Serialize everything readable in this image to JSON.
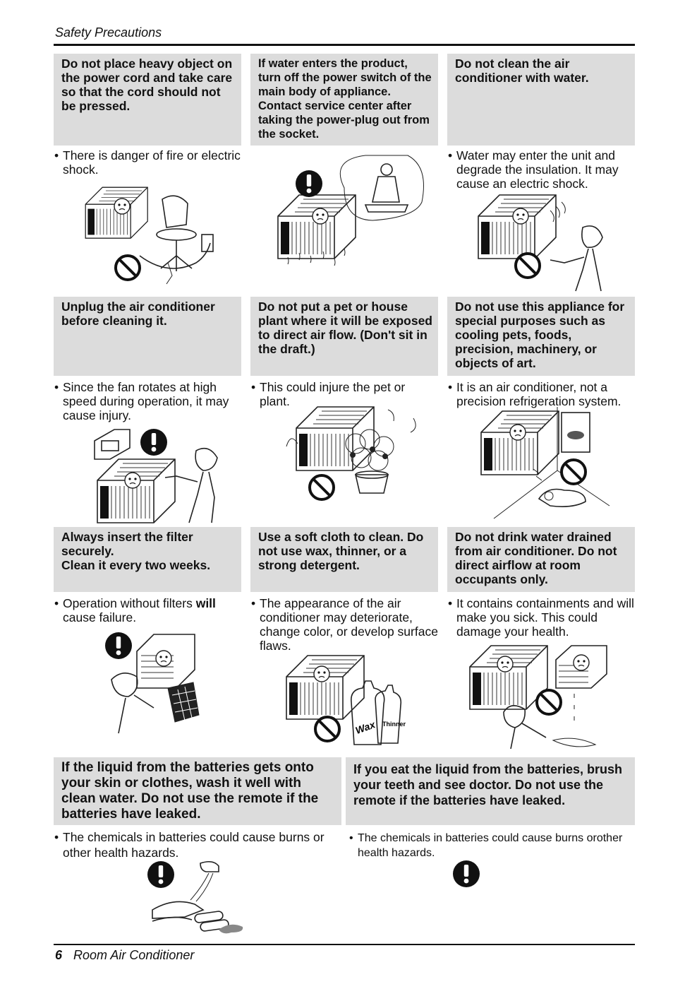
{
  "header": {
    "title": "Safety Precautions"
  },
  "footer": {
    "page_number": "6",
    "title": "Room Air Conditioner"
  },
  "cells": [
    {
      "heading": "Do not place heavy object on the power cord and take care so that the cord should not be pressed.",
      "bullet": "There is danger of fire or electric shock.",
      "icons": [
        "prohibition-icon"
      ]
    },
    {
      "heading": "If water enters the product, turn off the power switch of the main body of appliance. Contact service center after taking the power-plug out from the socket.",
      "bullet": "",
      "icons": [
        "exclamation-icon"
      ]
    },
    {
      "heading": "Do not clean the air conditioner with water.",
      "bullet": "Water may enter the unit and degrade the insulation. It may cause an electric shock.",
      "icons": [
        "prohibition-icon"
      ]
    },
    {
      "heading": "Unplug the air conditioner before cleaning it.",
      "bullet": "Since the fan rotates at high speed during operation, it may cause injury.",
      "icons": [
        "exclamation-icon"
      ]
    },
    {
      "heading": "Do not put a pet or house plant where it will be exposed to direct air flow. (Don't sit in the draft.)",
      "bullet": "This could injure the pet or plant.",
      "icons": [
        "prohibition-icon"
      ]
    },
    {
      "heading": "Do not use this appliance for special purposes such as cooling pets, foods, precision, machinery, or objects of art.",
      "bullet": "It is an air conditioner, not a precision refrigeration system.",
      "icons": [
        "prohibition-icon"
      ]
    },
    {
      "heading_lines": [
        "Always insert the filter securely.",
        "Clean it every two weeks."
      ],
      "bullet_pre": "Operation without filters ",
      "bullet_bold": "will",
      "bullet_post": " cause failure.",
      "icons": [
        "exclamation-icon"
      ]
    },
    {
      "heading": "Use a soft cloth to clean. Do not use wax, thinner, or a strong detergent.",
      "bullet": "The appearance of the air conditioner may deteriorate, change color, or develop surface flaws.",
      "icons": [
        "prohibition-icon"
      ],
      "bottle_labels": [
        "Wax",
        "Thinner"
      ]
    },
    {
      "heading": "Do not drink water drained from air conditioner. Do not direct airflow at room occupants only.",
      "bullet": "It contains containments and will make you sick. This could damage your health.",
      "icons": [
        "prohibition-icon"
      ]
    }
  ],
  "battery_warnings": [
    {
      "heading": "If the liquid from the batteries gets onto your skin or clothes, wash it well with clean water. Do not use the remote if the batteries have leaked.",
      "bullet": "The chemicals in batteries could cause burns or other health hazards.",
      "icons": [
        "exclamation-icon"
      ]
    },
    {
      "heading": "If you eat the liquid from the batteries, brush your teeth and see doctor. Do not use the remote if the batteries have leaked.",
      "bullet": "The chemicals in batteries could cause burns orother health hazards.",
      "icons": [
        "exclamation-icon"
      ]
    }
  ],
  "symbols": {
    "bullet": "•"
  }
}
